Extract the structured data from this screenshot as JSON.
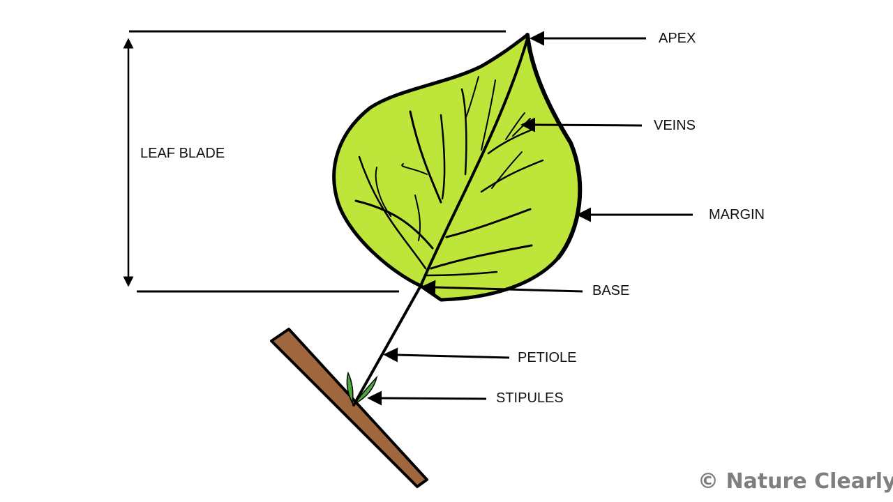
{
  "labels": {
    "apex": "APEX",
    "veins": "VEINS",
    "margin": "MARGIN",
    "base": "BASE",
    "petiole": "PETIOLE",
    "stipules": "STIPULES",
    "leaf_blade": "LEAF BLADE"
  },
  "watermark": "© Nature Clearly",
  "colors": {
    "leaf_fill": "#bde53a",
    "outline": "#000000",
    "stem_fill": "#a0673e",
    "stipule_fill": "#4fa83a",
    "label_text": "#111111",
    "watermark_text": "#7f7f7f"
  }
}
